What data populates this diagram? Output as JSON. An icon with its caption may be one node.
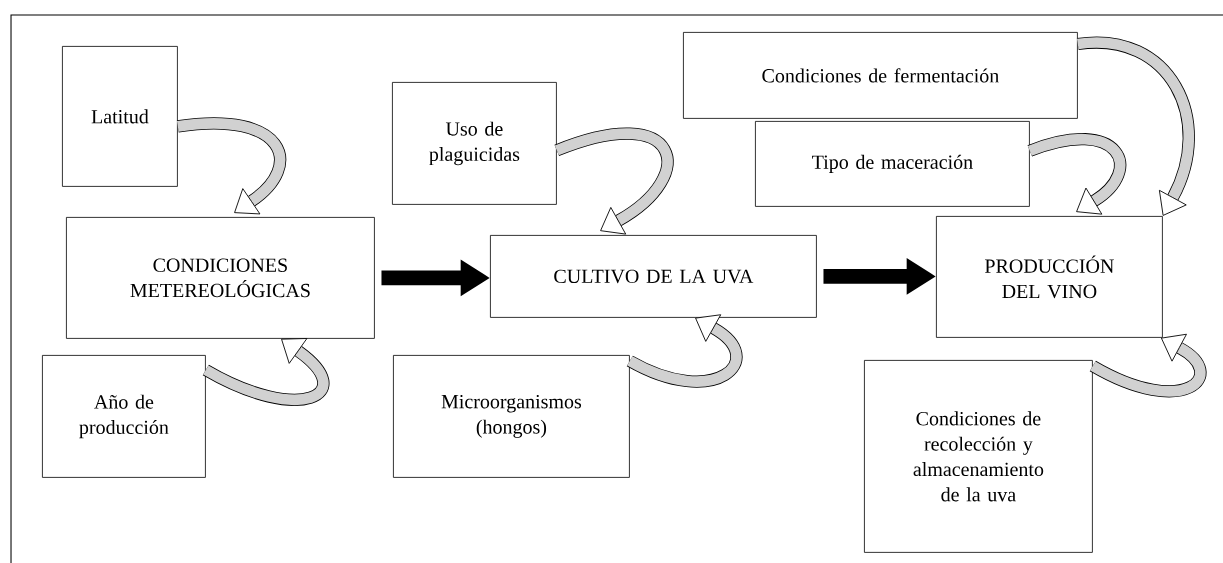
{
  "diagram": {
    "nodes": [
      {
        "text": [
          "Latitud"
        ]
      },
      {
        "text": [
          "Condiciones de fermentación"
        ]
      },
      {
        "text": [
          "Uso de plaguicidas"
        ]
      },
      {
        "text": [
          "Tipo de maceración"
        ]
      },
      {
        "text": [
          "CONDICIONES METEREOLÓGICAS"
        ]
      },
      {
        "text": [
          "CULTIVO DE LA UVA"
        ]
      },
      {
        "text": [
          "PRODUCCIÓN DEL VINO"
        ]
      },
      {
        "text": [
          "Año de producción"
        ]
      },
      {
        "text": [
          "Microorganismos (hongos)"
        ]
      },
      {
        "text": [
          "Condiciones de recolección y almacenamiento de la uva"
        ]
      }
    ],
    "edges": [
      {
        "from": 0,
        "to": 4,
        "arrow": "to"
      },
      {
        "from": 2,
        "to": 5,
        "arrow": "to"
      },
      {
        "from": 1,
        "to": 6,
        "arrow": "to"
      },
      {
        "from": 3,
        "to": 6,
        "arrow": "to"
      },
      {
        "from": 4,
        "to": 5,
        "arrow": "to"
      },
      {
        "from": 5,
        "to": 6,
        "arrow": "to"
      },
      {
        "from": 7,
        "to": 4,
        "arrow": "to"
      },
      {
        "from": 8,
        "to": 5,
        "arrow": "to"
      },
      {
        "from": 9,
        "to": 6,
        "arrow": "to"
      }
    ]
  }
}
